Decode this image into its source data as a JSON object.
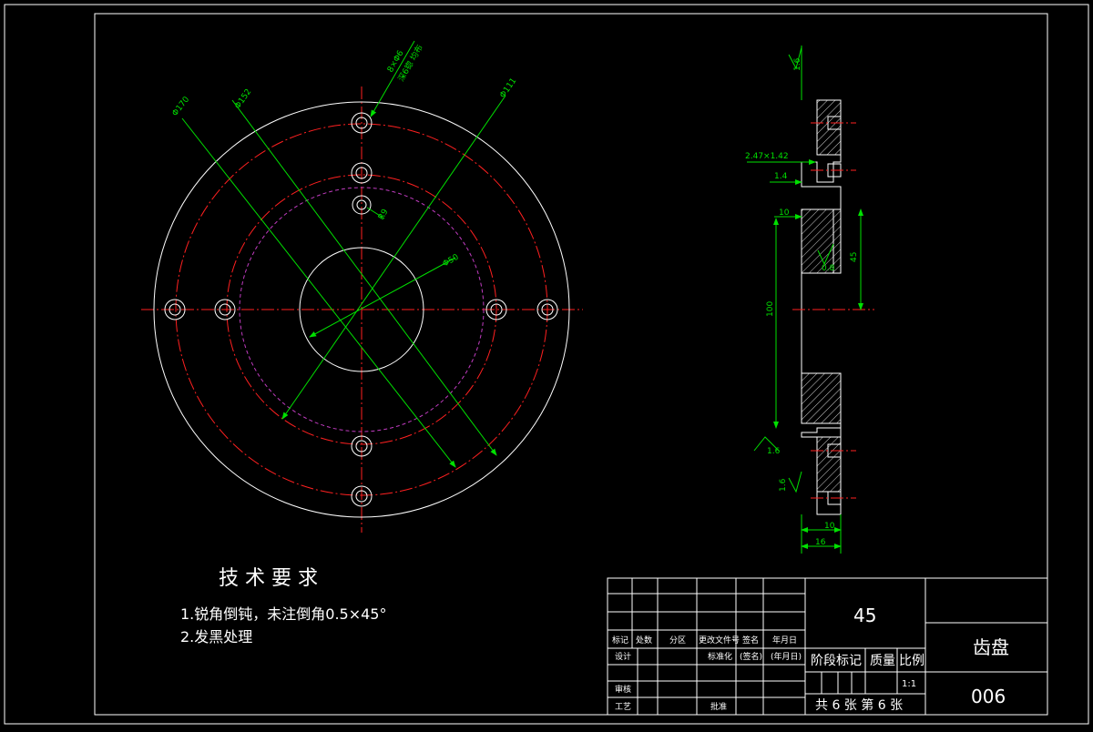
{
  "front_view": {
    "dims": {
      "d170": "Φ170",
      "d152": "Φ152",
      "d111": "Φ111",
      "d50": "Φ50",
      "r9": "R9",
      "holes": "8×Φ6",
      "holes_note": "深6锪 均布"
    }
  },
  "side_view": {
    "dims": {
      "chamfer": "2.47×1.42",
      "d14": "1.4",
      "d10_top": "10",
      "d100": "100",
      "d45": "45",
      "ra08": "0.8",
      "ra16_top": "1.6",
      "ra16_mid": "1.6",
      "ra16_bot": "1.6",
      "d10_bot": "10",
      "d16": "16"
    }
  },
  "tech_req": {
    "title": "技 术 要 求",
    "items": [
      "1.锐角倒钝，未注倒角0.5×45°",
      "2.发黑处理"
    ]
  },
  "title_block": {
    "material": "45",
    "part_name": "齿盘",
    "drawing_no": "006",
    "stage_mark": "阶段标记",
    "weight": "质量",
    "scale_label": "比例",
    "scale_value": "1:1",
    "sheets": "共 6  张   第 6 张",
    "row_labels": {
      "mark": "标记",
      "count": "处数",
      "zone": "分区",
      "change_doc": "更改文件号",
      "sign": "签名",
      "date": "年月日",
      "design": "设计",
      "standard": "标准化",
      "sign2": "(签名)",
      "date2": "(年月日)",
      "review": "审核",
      "process": "工艺",
      "approve": "批准"
    }
  }
}
